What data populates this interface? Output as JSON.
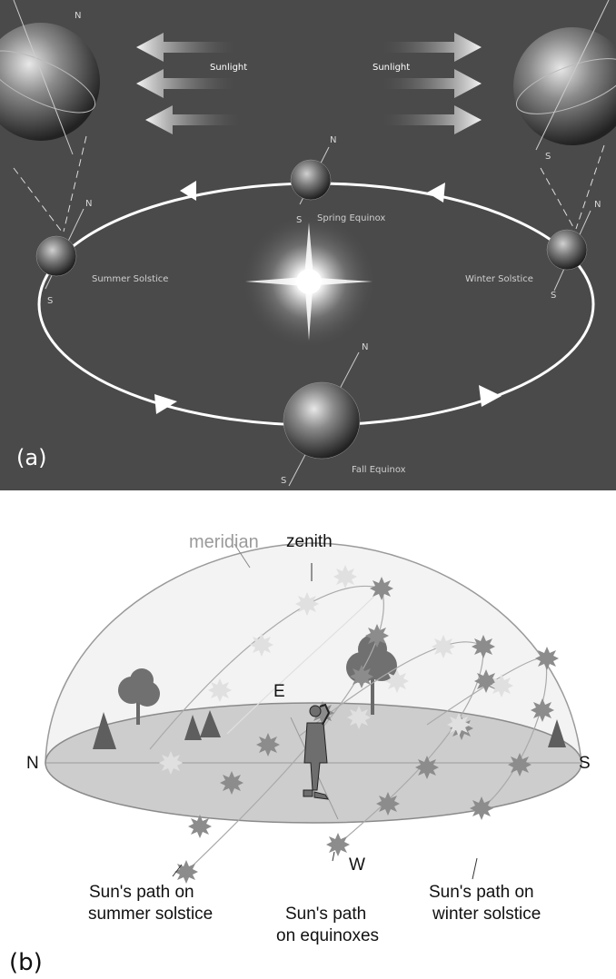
{
  "panel_a": {
    "label": "(a)",
    "sunlight_left": "Sunlight",
    "sunlight_right": "Sunlight",
    "spring_equinox": "Spring Equinox",
    "summer_solstice": "Summer Solstice",
    "winter_solstice": "Winter Solstice",
    "fall_equinox": "Fall Equinox",
    "north": "N",
    "south": "S"
  },
  "panel_b": {
    "label": "(b)",
    "meridian": "meridian",
    "zenith": "zenith",
    "east": "E",
    "west": "W",
    "north": "N",
    "south": "S",
    "summer_path_line1": "Sun's path on",
    "summer_path_line2": "summer solstice",
    "equinox_path_line1": "Sun's path",
    "equinox_path_line2": "on equinoxes",
    "winter_path_line1": "Sun's path on",
    "winter_path_line2": "winter solstice"
  },
  "colors": {
    "panel_a_bg": "#4a4a4a",
    "orbit": "#ffffff",
    "dome_fill": "#f2f2f2",
    "ground_fill": "#cfcfcf",
    "sun_marker": "#8c8c8c",
    "sun_marker_faint": "#e0e0e0"
  }
}
